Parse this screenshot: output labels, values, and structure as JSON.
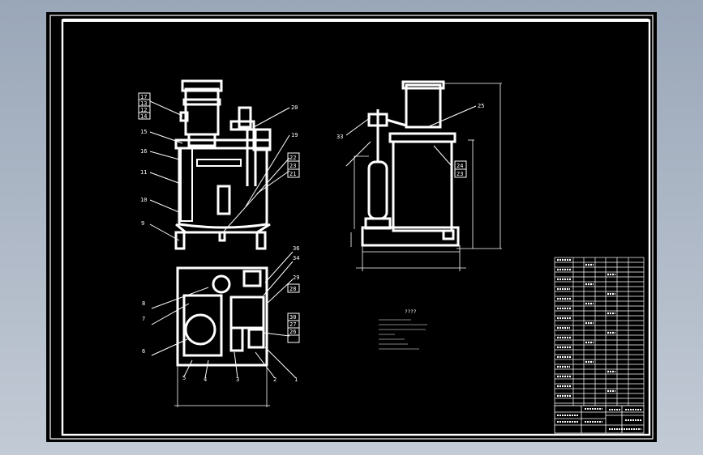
{
  "drawing": {
    "front_view_callouts": [
      "17",
      "13",
      "12",
      "14",
      "15",
      "16",
      "11",
      "10",
      "9",
      "20",
      "19",
      "22",
      "23",
      "21"
    ],
    "side_view_callouts": [
      "25",
      "33",
      "24",
      "23"
    ],
    "plan_view_callouts": [
      "8",
      "7",
      "6",
      "5",
      "4",
      "3",
      "2",
      "1",
      "36",
      "34",
      "29",
      "28",
      "30",
      "27",
      "26"
    ],
    "notes_title": "????"
  },
  "colors": {
    "background": "#9aa7b8",
    "sheet": "#000000",
    "line": "#ffffff"
  }
}
